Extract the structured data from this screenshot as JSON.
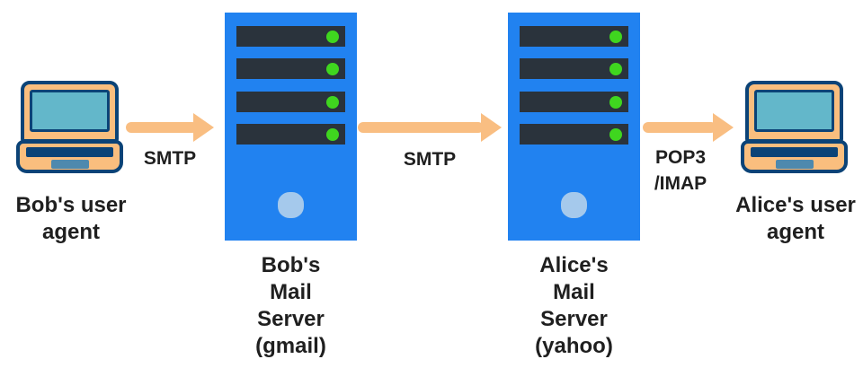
{
  "colors": {
    "server_blue": "#2182F0",
    "slot_dark": "#2A333C",
    "led_green": "#3FD61F",
    "arrow_peach": "#F9BE82",
    "laptop_orange": "#FABE7E",
    "outline_navy": "#0B4377",
    "screen_teal": "#63B7CA",
    "trackpad_blue": "#4E89AE",
    "power_light": "#A5C9EC",
    "text_ink": "#1F1F1F",
    "background": "#FFFFFF"
  },
  "nodes": {
    "bob_agent": {
      "icon": "laptop-icon",
      "label_lines": [
        "Bob's user",
        "agent"
      ]
    },
    "bob_server": {
      "icon": "server-icon",
      "slot_count": 4,
      "label_lines": [
        "Bob's",
        "Mail",
        "Server",
        "(gmail)"
      ]
    },
    "alice_server": {
      "icon": "server-icon",
      "slot_count": 4,
      "label_lines": [
        "Alice's",
        "Mail",
        "Server",
        "(yahoo)"
      ]
    },
    "alice_agent": {
      "icon": "laptop-icon",
      "label_lines": [
        "Alice's user",
        "agent"
      ]
    }
  },
  "edges": {
    "bob_agent_to_bob_server": {
      "direction": "right",
      "label_lines": [
        "SMTP"
      ]
    },
    "bob_server_to_alice_server": {
      "direction": "right",
      "label_lines": [
        "SMTP"
      ]
    },
    "alice_server_to_alice_agent": {
      "direction": "right",
      "label_lines": [
        "POP3",
        "/IMAP"
      ]
    }
  }
}
